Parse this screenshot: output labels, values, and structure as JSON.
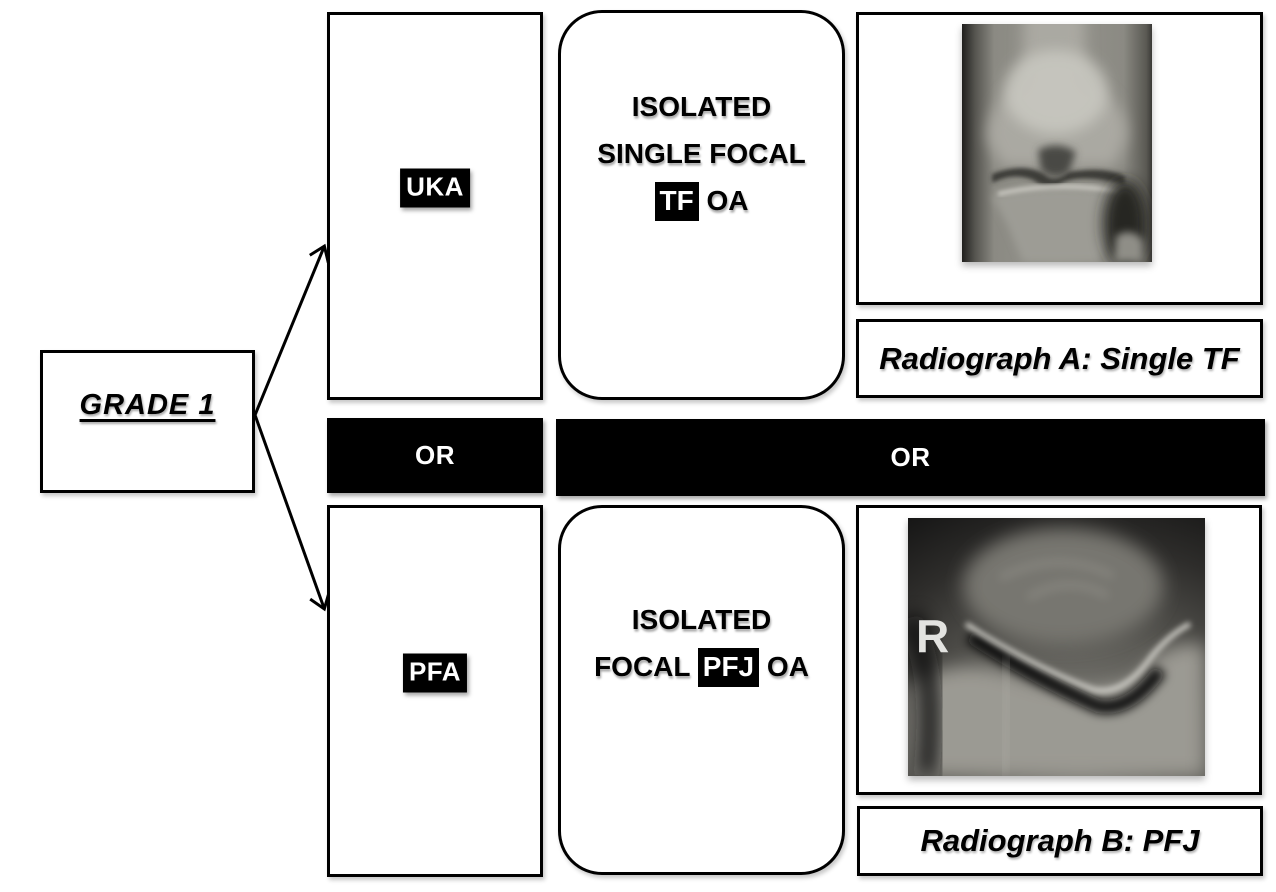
{
  "grade": {
    "label": "GRADE 1"
  },
  "options": {
    "uka": {
      "label": "UKA"
    },
    "pfa": {
      "label": "PFA"
    }
  },
  "connectors": {
    "or_left": "OR",
    "or_right": "OR"
  },
  "indications": {
    "tf": {
      "line1": "ISOLATED",
      "line2": "SINGLE FOCAL",
      "highlight": "TF",
      "tail": " OA"
    },
    "pfj": {
      "line1": "ISOLATED",
      "lead": "FOCAL ",
      "highlight": "PFJ",
      "tail": " OA"
    }
  },
  "radiographs": {
    "a": {
      "caption": "Radiograph A: Single TF"
    },
    "b": {
      "caption": "Radiograph B: PFJ",
      "side_marker": "R"
    }
  },
  "colors": {
    "ink": "#000000",
    "paper": "#ffffff"
  }
}
